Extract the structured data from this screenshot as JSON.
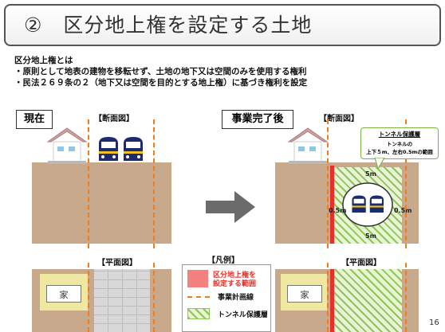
{
  "slide": {
    "title": "②　区分地上権を設定する土地",
    "page_number": "16"
  },
  "definition": {
    "heading": "区分地上権とは",
    "line1": "・原則として地表の建物を移転せず、土地の地下又は空間のみを使用する権利",
    "line2": "・民法２６９条の２（地下又は空間を目的とする地上権）に基づき権利を設定"
  },
  "left_panel": {
    "label": "現在",
    "cross_section_label": "【断面図】",
    "plan_label": "【平面図】",
    "house_label": "家"
  },
  "right_panel": {
    "label": "事業完了後",
    "cross_section_label": "【断面図】",
    "plan_label": "【平面図】",
    "house_label": "家",
    "callout": {
      "title": "トンネル保護層",
      "line1": "トンネルの",
      "line2": "上下５m、左右0.5mの範囲"
    },
    "dims": {
      "top": "5m",
      "bottom": "5m",
      "left": "0.5m",
      "right": "0.5m"
    }
  },
  "legend": {
    "title": "【凡例】",
    "items": [
      {
        "label_line1": "区分地上権を",
        "label_line2": "設定する範囲",
        "color": "#f58080"
      },
      {
        "label": "事業計画線",
        "color": "#f07c1c"
      },
      {
        "label": "トンネル保護層",
        "color": "#8fc45a"
      }
    ]
  },
  "colors": {
    "ground": "#c9a98b",
    "plan_ground": "#c9a98b",
    "plan_light": "#f4e6d6",
    "road": "#d8d8d8",
    "plan_line": "#f07c1c",
    "red_band": "#e8302a",
    "hatch": "#8fc45a"
  }
}
